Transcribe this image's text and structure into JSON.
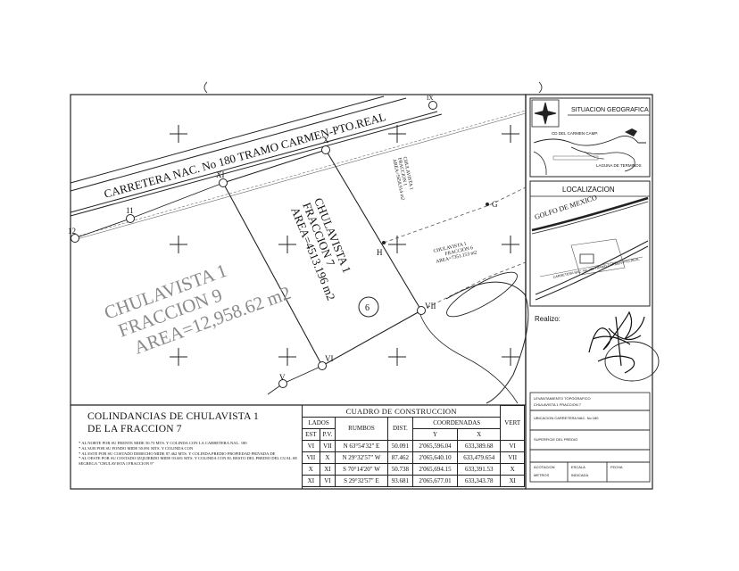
{
  "road": {
    "label": "CARRETERA NAC. No 180 TRAMO CARMEN-PTO.REAL"
  },
  "parcels": {
    "f9": {
      "name": "CHULAVISTA 1",
      "fraccion": "FRACCION 9",
      "area": "AREA=12,958.62 m2"
    },
    "f7": {
      "name": "CHULAVISTA 1",
      "fraccion": "FRACCION 7",
      "area": "AREA=4513.196 m2"
    },
    "f1": {
      "name": "CHULAVISTA 1",
      "fraccion": "FRACCION 1",
      "area": "AREA=5658.914 m2"
    },
    "f6": {
      "name": "CHULAVISTA 1",
      "fraccion": "FRACCION 6",
      "area": "AREA=7351.153 m2"
    }
  },
  "vertex_labels": {
    "x": "X",
    "xi": "XI",
    "vi": "VI",
    "vii": "VII",
    "v": "V",
    "h": "H",
    "g": "G",
    "n11": "11",
    "n12": "12",
    "ix": "IX"
  },
  "circle_note": "6",
  "right_panel": {
    "situacion_title": "SITUACION GEOGRAFICA",
    "situacion_city": "CD DEL CARMEN CAMP.",
    "situacion_lagoon": "LAGUNA DE TERMINOS",
    "localizacion_title": "LOCALIZACION",
    "golfo": "GOLFO DE MEXICO",
    "realizo": "Realizo:",
    "small_1": "CARRETERA NAC. No 180 TRAMO CARMEN-PTO.REAL",
    "notes_lines": [
      "LEVANTAMIENTO TOPOGRAFICO",
      "CHULAVISTA 1 FRACCION 7",
      "UBICACION CARRETERA NAC. No 180",
      "SUPERFICIE DEL PREDIO",
      "ACOTACION",
      "ESCALA",
      "FECHA",
      "METROS",
      "INDICADA"
    ]
  },
  "colindancias": {
    "title_line1": "COLINDANCIAS DE CHULAVISTA 1",
    "title_line2": "DE LA FRACCION 7",
    "notes": [
      "* AL NORTE POR SU FRENTE MIDE 50.73 MTS. Y COLINDA CON LA CARRETERA NAL. 180",
      "* AL SUR POR SU FONDO MIDE 50.091 MTS. Y COLINDA CON",
      "* AL ESTE POR SU COSTADO DERECHO MIDE 87.462 MTS. Y COLINDA PREDIO PROPIEDAD PRIVADA DE",
      "* AL OESTE POR SU COSTADO IZQUIERDO MIDE 93.681 MTS. Y COLINDA CON EL RESTO DEL PREDIO DEL CUAL SE SEGREGA \"CHULAVISTA I FRACCION 9\""
    ]
  },
  "cuadro": {
    "title": "CUADRO DE CONSTRUCCION",
    "headers": {
      "lados": "LADOS",
      "est": "EST",
      "pv": "P.V.",
      "rumbos": "RUMBOS",
      "dist": "DIST.",
      "coordenadas": "COORDENADAS",
      "y": "Y",
      "x": "X",
      "vert": "VERT"
    },
    "rows": [
      {
        "est": "VI",
        "pv": "VII",
        "rumbo": "N 63°54'32\" E",
        "dist": "50.091",
        "y": "2'065,596.04",
        "x": "633,389.68",
        "vert": "VI"
      },
      {
        "est": "VII",
        "pv": "X",
        "rumbo": "N 29°32'57\" W",
        "dist": "87.462",
        "y": "2'065,640.10",
        "x": "633,479.654",
        "vert": "VII"
      },
      {
        "est": "X",
        "pv": "XI",
        "rumbo": "S 70°14'20\" W",
        "dist": "50.738",
        "y": "2'065,694.15",
        "x": "633,391.53",
        "vert": "X"
      },
      {
        "est": "XI",
        "pv": "VI",
        "rumbo": "S 29°32'57\" E",
        "dist": "93.681",
        "y": "2'065,677.01",
        "x": "633,343.78",
        "vert": "XI"
      }
    ]
  }
}
